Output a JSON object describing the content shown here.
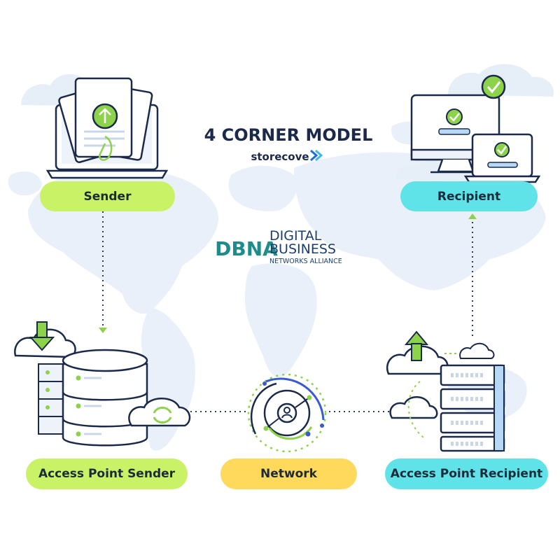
{
  "title": {
    "part1": "4 CORNER MODEL",
    "brand": "storecove"
  },
  "dbna": {
    "monogram": "DBNA",
    "line1": "DIGITAL",
    "line2": "BUSINESS",
    "line3": "NETWORKS ALLIANCE"
  },
  "nodes": {
    "sender": "Sender",
    "recipient": "Recipient",
    "access_point_sender": "Access Point Sender",
    "network": "Network",
    "access_point_recipient": "Access Point Recipient"
  },
  "colors": {
    "green_pill": "#c9f266",
    "cyan_pill": "#5fe3e8",
    "yellow_pill": "#ffd95c",
    "accent_green": "#8cd24a",
    "navy": "#1b2a4a",
    "map": "#e9f0f9"
  },
  "icons": [
    "laptop-documents-icon",
    "upload-icon",
    "desktop-checkmark-icon",
    "laptop-checkmark-icon",
    "cloud-download-icon",
    "database-server-icon",
    "cloud-sync-icon",
    "network-user-icon",
    "cloud-upload-icon",
    "server-rack-icon"
  ]
}
